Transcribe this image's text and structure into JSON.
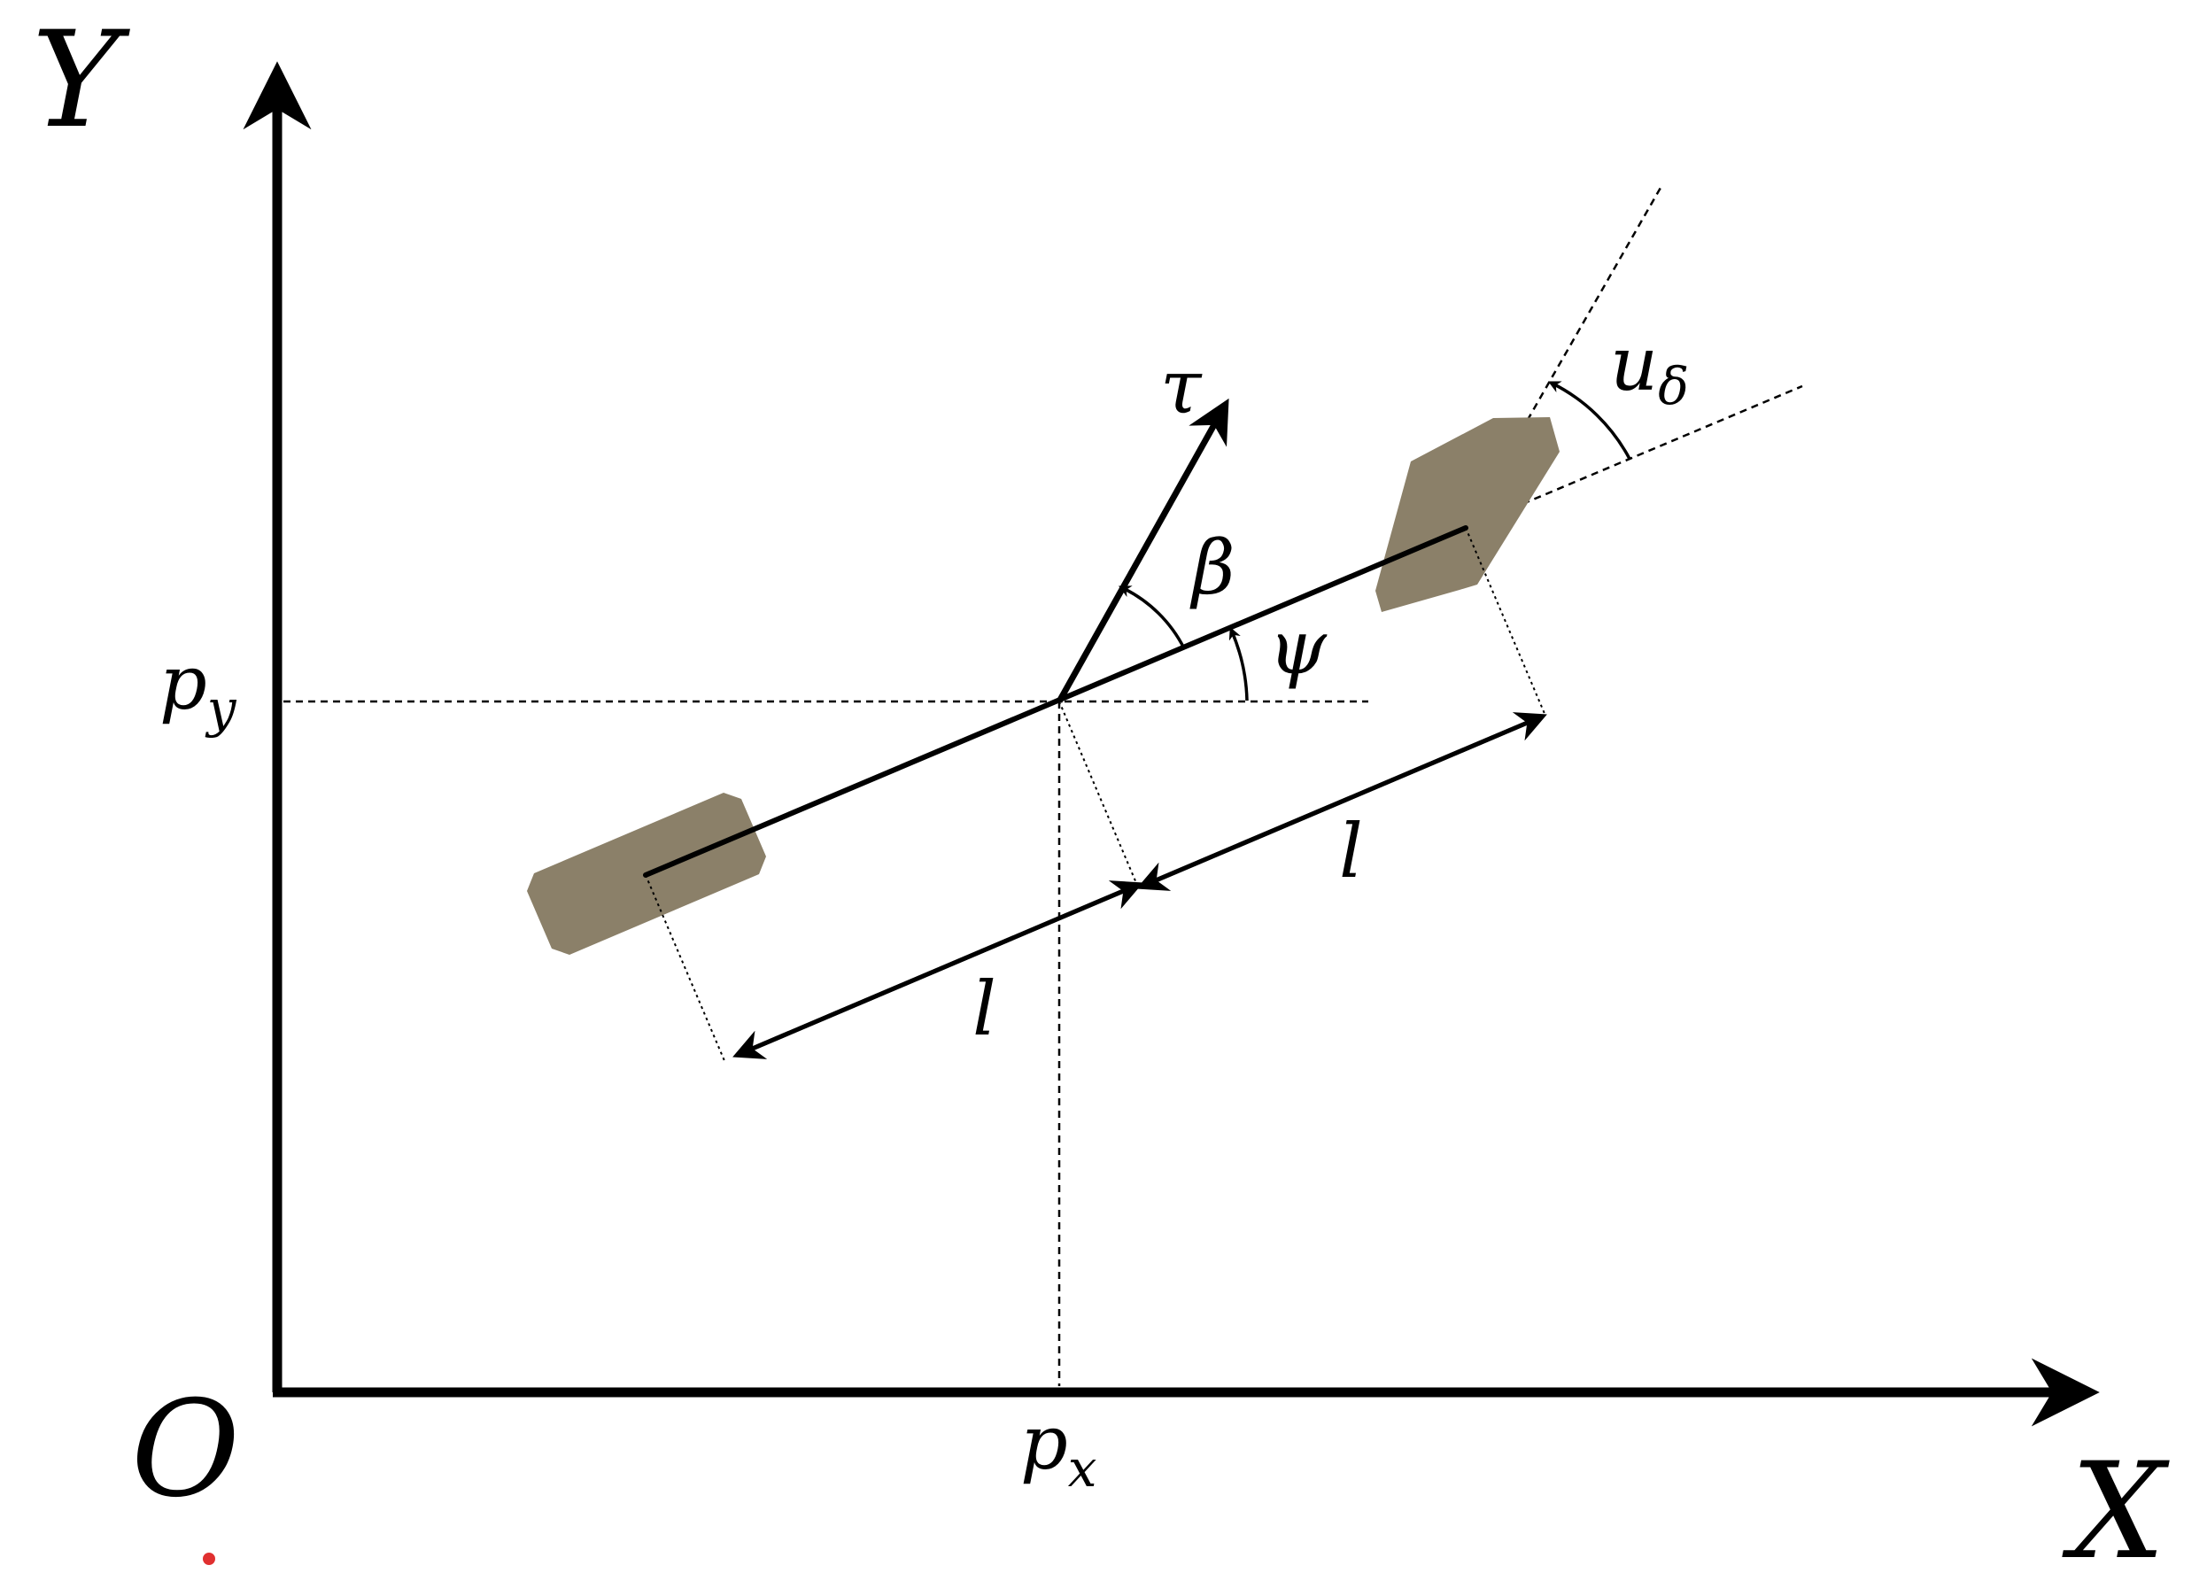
{
  "labels": {
    "y_axis": "Y",
    "x_axis": "X",
    "origin": "O",
    "p_y": {
      "base": "p",
      "sub": "y"
    },
    "p_x": {
      "base": "p",
      "sub": "x"
    },
    "tau": "τ",
    "beta": "β",
    "psi": "ψ",
    "u_delta": {
      "base": "u",
      "sub": "δ"
    },
    "length_rear": "l",
    "length_front": "l"
  },
  "colors": {
    "ink": "#000000",
    "wheel": "#8b8069",
    "marker": "#e03030"
  }
}
